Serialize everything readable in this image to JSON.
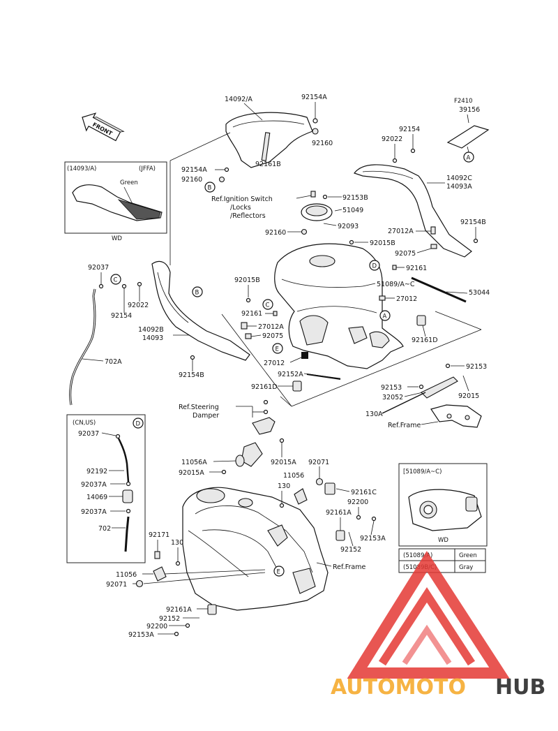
{
  "labels": {
    "l14092A": "14092/A",
    "l92154A_top": "92154A",
    "l92160_top": "92160",
    "l92161B": "92161B",
    "l92154A_left": "92154A",
    "l92160_left": "92160",
    "lF2410": "F2410",
    "l39156": "39156",
    "l92154_tr": "92154",
    "l92022_tr": "92022",
    "l14092C": "14092C",
    "l14093A": "14093A",
    "l92154B_r": "92154B",
    "l27012A_r": "27012A",
    "l92075_r": "92075",
    "lRefIgn": "Ref.Ignition Switch",
    "lLocks": "/Locks",
    "lReflectors": "/Reflectors",
    "l92153B": "92153B",
    "l51049": "51049",
    "l92160_mid": "92160",
    "l92093": "92093",
    "l92015B_r": "92015B",
    "l92161_r": "92161",
    "l51089": "51089/A~C",
    "l53044": "53044",
    "l27012_r": "27012",
    "l92015B_l": "92015B",
    "l92161_l": "92161",
    "l92037_top": "92037",
    "l92154_l": "92154",
    "l92022_l": "92022",
    "l14092B": "14092B",
    "l14093": "14093",
    "l27012A_l": "27012A",
    "l92075_l": "92075",
    "l702A": "702A",
    "l92154B_l": "92154B",
    "l27012_l": "27012",
    "l92152A": "92152A",
    "l92161D_r": "92161D",
    "l92161D_l": "92161D",
    "l92153_r": "92153",
    "l92153_m": "92153",
    "l32052": "32052",
    "l92015_r": "92015",
    "l130A": "130A",
    "lRefFrame1": "Ref.Frame",
    "lRefSteer": "Ref.Steering",
    "lDamper": "Damper",
    "lCNUS": "(CN,US)",
    "l92037_box": "92037",
    "l92192": "92192",
    "l92037A_1": "92037A",
    "l14069": "14069",
    "l92037A_2": "92037A",
    "l702": "702",
    "l11056A": "11056A",
    "l92015A_a": "92015A",
    "l92015A_b": "92015A",
    "l92071_r": "92071",
    "l11056_r": "11056",
    "l130_r": "130",
    "l92161C": "92161C",
    "l92200_r": "92200",
    "l92161A_r": "92161A",
    "l92152_r": "92152",
    "l92153A_r": "92153A",
    "lRefFrame2": "Ref.Frame",
    "l92171": "92171",
    "l130_l": "130",
    "l11056_l": "11056",
    "l92071_l": "92071",
    "l92161A_l": "92161A",
    "l92152_l": "92152",
    "l92200_l": "92200",
    "l92153A_l": "92153A"
  },
  "callouts": {
    "A": "A",
    "B": "B",
    "C": "C",
    "D": "D",
    "E": "E"
  },
  "front_tag": "FRONT",
  "inset_left": {
    "title": "(14093/A)",
    "code": "(JFFA)",
    "color_label": "Green",
    "footer": "WD"
  },
  "inset_right": {
    "title": "[51089/A~C)",
    "footer": "WD"
  },
  "color_table": {
    "rows": [
      {
        "part": "(51089/A)",
        "color": "Green"
      },
      {
        "part": "(51089B/C)",
        "color": "Gray"
      }
    ]
  },
  "watermark": {
    "text_auto": "AUTOMOTO",
    "text_hub": "HUB",
    "color_auto": "#f5a623",
    "color_hub": "#1e1e1e",
    "color_mark": "#e53935"
  }
}
